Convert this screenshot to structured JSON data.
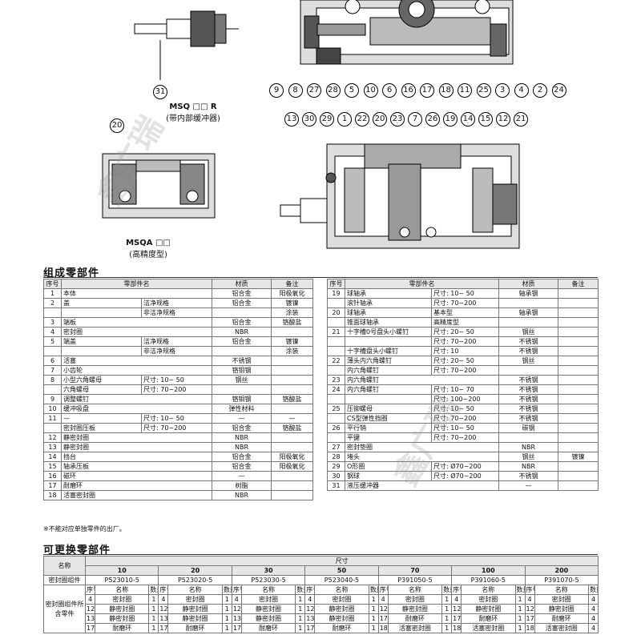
{
  "diagram": {
    "callouts_top_right": [
      "9",
      "8",
      "27",
      "28",
      "5",
      "10",
      "6",
      "16",
      "17",
      "18",
      "11",
      "25",
      "3",
      "4",
      "2",
      "24"
    ],
    "callout_top_left": "31",
    "callout_msqa": "20",
    "callouts_bottom_right": [
      "13",
      "30",
      "29",
      "1",
      "22",
      "20",
      "23",
      "7",
      "26",
      "19",
      "14",
      "15",
      "12",
      "21"
    ],
    "caption_r": {
      "title": "MSQ □□ R",
      "sub": "(带内部缓冲器)"
    },
    "caption_msqa": {
      "title": "MSQA □□",
      "sub": "(高精度型)"
    }
  },
  "parts_section_title": "组成零部件",
  "parts_headers": [
    "序号",
    "零部件名",
    "材质",
    "备注"
  ],
  "parts_left": [
    {
      "no": "1",
      "name": "本体",
      "spec": "",
      "material": "铝合金",
      "note": "阳极氧化"
    },
    {
      "no": "2",
      "name": "盖",
      "spec": "洁净规格",
      "material": "铝合金",
      "note": "镀镍"
    },
    {
      "no": "",
      "name": "",
      "spec": "非洁净规格",
      "material": "",
      "note": "涂装"
    },
    {
      "no": "3",
      "name": "端板",
      "spec": "",
      "material": "铝合金",
      "note": "铬酸盐"
    },
    {
      "no": "4",
      "name": "密封圈",
      "spec": "",
      "material": "NBR",
      "note": ""
    },
    {
      "no": "5",
      "name": "端盖",
      "spec": "洁净规格",
      "material": "铝合金",
      "note": "镀镍"
    },
    {
      "no": "",
      "name": "",
      "spec": "非洁净规格",
      "material": "",
      "note": "涂装"
    },
    {
      "no": "6",
      "name": "活塞",
      "spec": "",
      "material": "不锈钢",
      "note": ""
    },
    {
      "no": "7",
      "name": "小齿轮",
      "spec": "",
      "material": "铬钼钢",
      "note": ""
    },
    {
      "no": "8",
      "name": "小型六角螺母",
      "spec": "尺寸: 10~ 50",
      "material": "钢丝",
      "note": ""
    },
    {
      "no": "",
      "name": "六角螺母",
      "spec": "尺寸: 70~200",
      "material": "",
      "note": ""
    },
    {
      "no": "9",
      "name": "调整螺钉",
      "spec": "",
      "material": "铬钼钢",
      "note": "铬酸盐"
    },
    {
      "no": "10",
      "name": "缓冲吸盘",
      "spec": "",
      "material": "弹性材料",
      "note": ""
    },
    {
      "no": "11",
      "name": "—",
      "spec": "尺寸: 10~ 50",
      "material": "—",
      "note": "—"
    },
    {
      "no": "",
      "name": "密封圈压板",
      "spec": "尺寸: 70~200",
      "material": "铝合金",
      "note": "铬酸盐"
    },
    {
      "no": "12",
      "name": "静密封圈",
      "spec": "",
      "material": "NBR",
      "note": ""
    },
    {
      "no": "13",
      "name": "静密封圈",
      "spec": "",
      "material": "NBR",
      "note": ""
    },
    {
      "no": "14",
      "name": "挡台",
      "spec": "",
      "material": "铝合金",
      "note": "阳极氧化"
    },
    {
      "no": "15",
      "name": "轴承压板",
      "spec": "",
      "material": "铝合金",
      "note": "阳极氧化"
    },
    {
      "no": "16",
      "name": "磁环",
      "spec": "",
      "material": "—",
      "note": ""
    },
    {
      "no": "17",
      "name": "耐磨环",
      "spec": "",
      "material": "树脂",
      "note": ""
    },
    {
      "no": "18",
      "name": "活塞密封圈",
      "spec": "",
      "material": "NBR",
      "note": ""
    }
  ],
  "parts_note": "※不能对应单独零件的出厂。",
  "parts_right": [
    {
      "no": "19",
      "name": "球轴承",
      "spec": "尺寸: 10~ 50",
      "material": "轴承钢",
      "note": ""
    },
    {
      "no": "",
      "name": "滚针轴承",
      "spec": "尺寸: 70~200",
      "material": "",
      "note": ""
    },
    {
      "no": "20",
      "name": "球轴承",
      "spec": "基本型",
      "material": "轴承钢",
      "note": ""
    },
    {
      "no": "",
      "name": "锥面球轴承",
      "spec": "高精度型",
      "material": "",
      "note": ""
    },
    {
      "no": "21",
      "name": "十字槽0号盘头小螺钉",
      "spec": "尺寸: 20~ 50",
      "material": "钢丝",
      "note": ""
    },
    {
      "no": "",
      "name": "",
      "spec": "尺寸: 70~200",
      "material": "不锈钢",
      "note": ""
    },
    {
      "no": "",
      "name": "十字槽盘头小螺钉",
      "spec": "尺寸: 10",
      "material": "不锈钢",
      "note": ""
    },
    {
      "no": "22",
      "name": "薄头内六角螺钉",
      "spec": "尺寸: 20~ 50",
      "material": "钢丝",
      "note": ""
    },
    {
      "no": "",
      "name": "内六角螺钉",
      "spec": "尺寸: 70~200",
      "material": "",
      "note": ""
    },
    {
      "no": "23",
      "name": "内六角螺钉",
      "spec": "",
      "material": "不锈钢",
      "note": ""
    },
    {
      "no": "24",
      "name": "内六角螺钉",
      "spec": "尺寸: 10~ 70",
      "material": "不锈钢",
      "note": ""
    },
    {
      "no": "",
      "name": "",
      "spec": "尺寸: 100~200",
      "material": "不锈钢",
      "note": ""
    },
    {
      "no": "25",
      "name": "压铆螺母",
      "spec": "尺寸: 10~ 50",
      "material": "不锈钢",
      "note": ""
    },
    {
      "no": "",
      "name": "CS型弹性挡圈",
      "spec": "尺寸: 70~200",
      "material": "不锈钢",
      "note": ""
    },
    {
      "no": "26",
      "name": "平行销",
      "spec": "尺寸: 10~ 50",
      "material": "碳钢",
      "note": ""
    },
    {
      "no": "",
      "name": "平键",
      "spec": "尺寸: 70~200",
      "material": "",
      "note": ""
    },
    {
      "no": "27",
      "name": "密封垫圈",
      "spec": "",
      "material": "NBR",
      "note": ""
    },
    {
      "no": "28",
      "name": "堵头",
      "spec": "",
      "material": "钢丝",
      "note": "镀镍"
    },
    {
      "no": "29",
      "name": "O形圈",
      "spec": "尺寸: Ø70~200",
      "material": "NBR",
      "note": ""
    },
    {
      "no": "30",
      "name": "钢球",
      "spec": "尺寸: Ø70~200",
      "material": "不锈钢",
      "note": ""
    },
    {
      "no": "31",
      "name": "液压缓冲器",
      "spec": "",
      "material": "—",
      "note": ""
    }
  ],
  "repl_section_title": "可更换零部件",
  "repl": {
    "name_header": "名称",
    "size_header": "尺寸",
    "sizes": [
      "10",
      "20",
      "30",
      "50",
      "70",
      "100",
      "200"
    ],
    "kit_label": "密封圈组件",
    "kit_codes": [
      "P523010-5",
      "P523020-5",
      "P523030-5",
      "P523040-5",
      "P391050-5",
      "P391060-5",
      "P391070-5"
    ],
    "sub_headers": [
      "序号",
      "名称",
      "数量"
    ],
    "group_label": "密封圈组件所含零件",
    "rows": [
      [
        [
          "4",
          "密封圈",
          "1"
        ],
        [
          "4",
          "密封圈",
          "1"
        ],
        [
          "4",
          "密封圈",
          "1"
        ],
        [
          "4",
          "密封圈",
          "1"
        ],
        [
          "4",
          "密封圈",
          "1"
        ],
        [
          "4",
          "密封圈",
          "1"
        ],
        [
          "4",
          "密封圈",
          "4"
        ]
      ],
      [
        [
          "12",
          "静密封圈",
          "1"
        ],
        [
          "12",
          "静密封圈",
          "1"
        ],
        [
          "12",
          "静密封圈",
          "1"
        ],
        [
          "12",
          "静密封圈",
          "1"
        ],
        [
          "12",
          "静密封圈",
          "1"
        ],
        [
          "12",
          "静密封圈",
          "1"
        ],
        [
          "12",
          "静密封圈",
          "4"
        ]
      ],
      [
        [
          "13",
          "静密封圈",
          "1"
        ],
        [
          "13",
          "静密封圈",
          "1"
        ],
        [
          "13",
          "静密封圈",
          "1"
        ],
        [
          "13",
          "静密封圈",
          "1"
        ],
        [
          "17",
          "耐磨环",
          "1"
        ],
        [
          "17",
          "耐磨环",
          "1"
        ],
        [
          "17",
          "耐磨环",
          "4"
        ]
      ],
      [
        [
          "17",
          "耐磨环",
          "1"
        ],
        [
          "17",
          "耐磨环",
          "1"
        ],
        [
          "17",
          "耐磨环",
          "1"
        ],
        [
          "17",
          "耐磨环",
          "1"
        ],
        [
          "18",
          "活塞密封圈",
          "1"
        ],
        [
          "18",
          "活塞密封圈",
          "1"
        ],
        [
          "18",
          "活塞密封圈",
          "4"
        ]
      ]
    ]
  },
  "watermark": "鑫广瑞"
}
